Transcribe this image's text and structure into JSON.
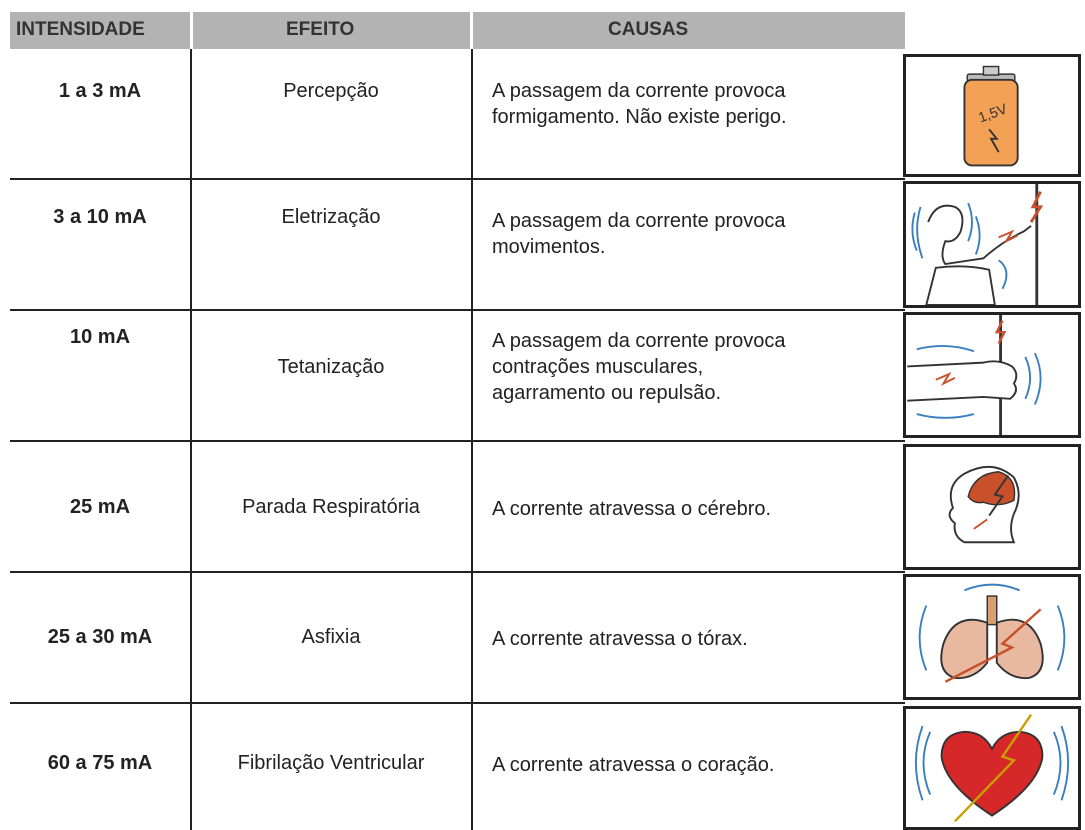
{
  "header": {
    "col_intensity": "INTENSIDADE",
    "col_effect": "EFEITO",
    "col_causes": "CAUSAS"
  },
  "rows": [
    {
      "intensity": "1 a 3 mA",
      "effect": "Percepção",
      "cause_line1": "A passagem da corrente provoca",
      "cause_line2": "formigamento. Não existe perigo.",
      "cause_line3": "",
      "icon": "battery-icon",
      "battery_label": "1,5V"
    },
    {
      "intensity": "3 a 10 mA",
      "effect": "Eletrização",
      "cause_line1": "A passagem da corrente provoca",
      "cause_line2": "movimentos.",
      "cause_line3": "",
      "icon": "electric-shock-person-icon"
    },
    {
      "intensity": "10 mA",
      "effect": "Tetanização",
      "cause_line1": "A passagem da corrente provoca",
      "cause_line2": "contrações musculares,",
      "cause_line3": "agarramento ou repulsão.",
      "icon": "hand-gripping-pole-icon"
    },
    {
      "intensity": "25 mA",
      "effect": "Parada Respiratória",
      "cause_line1": "A corrente atravessa o cérebro.",
      "cause_line2": "",
      "cause_line3": "",
      "icon": "head-brain-shock-icon"
    },
    {
      "intensity": "25 a 30 mA",
      "effect": "Asfixia",
      "cause_line1": "A corrente atravessa o tórax.",
      "cause_line2": "",
      "cause_line3": "",
      "icon": "lungs-shock-icon"
    },
    {
      "intensity": "60 a 75 mA",
      "effect": "Fibrilação Ventricular",
      "cause_line1": "A corrente atravessa o coração.",
      "cause_line2": "",
      "cause_line3": "",
      "icon": "heart-shock-icon"
    }
  ],
  "colors": {
    "header_bg": "#b3b3b3",
    "battery": "#f2a155",
    "organ": "#e9b8a0",
    "brain": "#c8502a",
    "heart": "#d62828",
    "wave": "#3a7fc0"
  }
}
